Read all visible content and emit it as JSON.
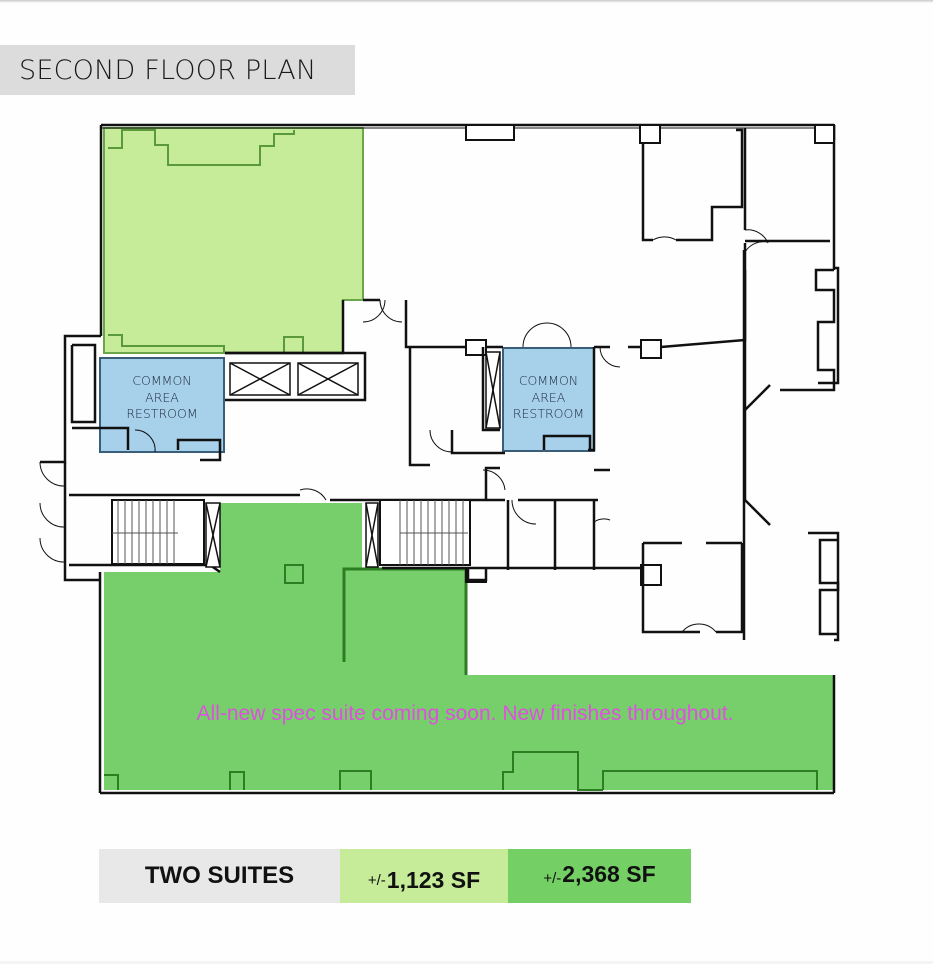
{
  "header": {
    "title": "SECOND FLOOR PLAN"
  },
  "floor_plan": {
    "rooms": [
      {
        "id": "restroom-west",
        "label_lines": [
          "COMMON",
          "AREA",
          "RESTROOM"
        ],
        "fill": "#a7d0ea"
      },
      {
        "id": "restroom-east",
        "label_lines": [
          "COMMON",
          "AREA",
          "RESTROOM"
        ],
        "fill": "#a7d0ea"
      }
    ],
    "suites": [
      {
        "id": "suite-a",
        "fill": "#c6ec9a",
        "outline": "#5a9a3a"
      },
      {
        "id": "suite-b",
        "fill": "#76cf6a",
        "outline": "#2d7d22"
      }
    ],
    "note": "All-new spec suite coming soon. New finishes throughout.",
    "note_color": "#e04fe0"
  },
  "legend": {
    "title": "TWO SUITES",
    "suite_a": {
      "prefix": "+/-",
      "area": "1,123 SF",
      "color": "#c6ec9a"
    },
    "suite_b": {
      "prefix": "+/-",
      "area": "2,368 SF",
      "color": "#74d065"
    }
  }
}
